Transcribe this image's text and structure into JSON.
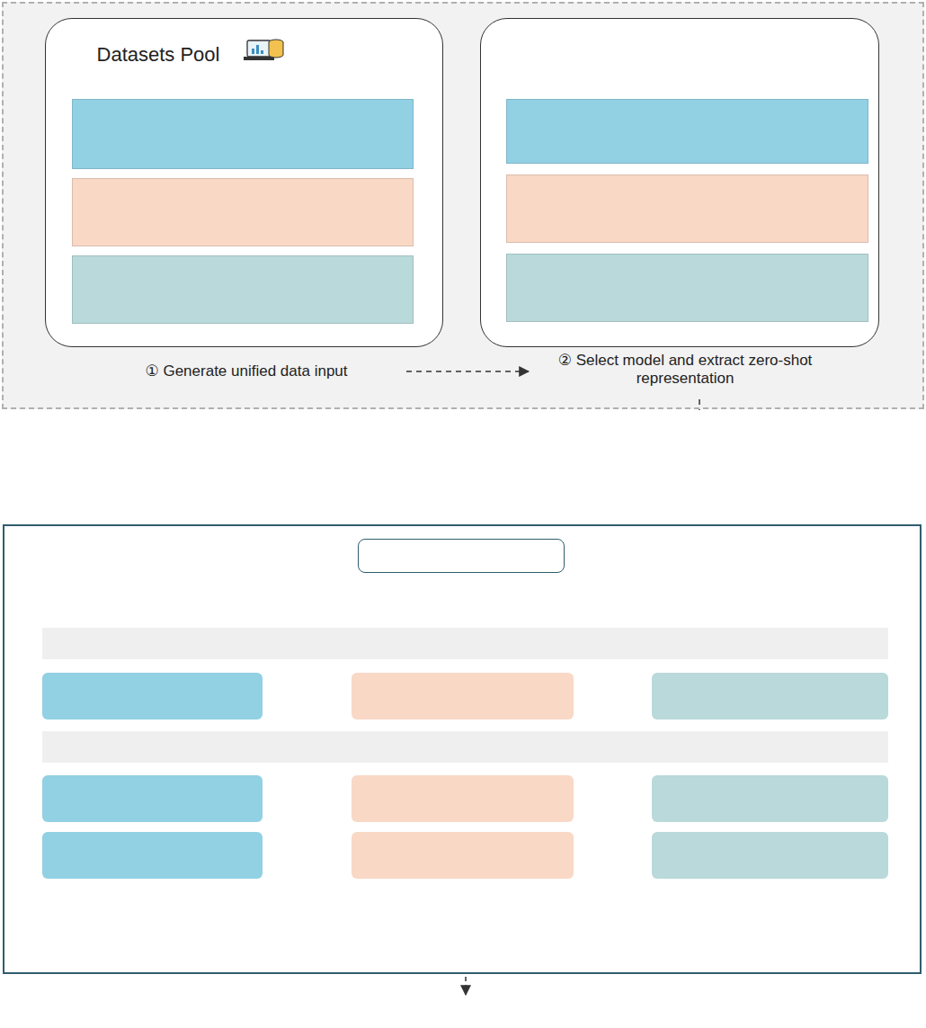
{
  "diagram": {
    "nodes": [
      {
        "text": [
          "① Generate unified data input",
          "② Select model and extract zero-shot representation"
        ]
      },
      {
        "text": [
          "Datasets Pool"
        ],
        "in": 0
      },
      {
        "text": [
          "Geometry Sensitivity",
          "Relaxed Scan Dataset",
          "#10,097,643 Conformers"
        ],
        "in": 1
      },
      {
        "text": [
          "Chirality Sensitivity",
          "Enantiomers Dataset",
          "#52,391 Conformers"
        ],
        "in": 1
      },
      {
        "text": [
          "Energy Landscape",
          "AIMD Dataset",
          "#100,000 Conformers"
        ],
        "in": 1
      },
      {
        "text": [
          "Models Pool"
        ],
        "in": 0
      },
      {
        "text": [
          "Descriptors",
          "→ Morgan, E3FP..."
        ],
        "in": 5
      },
      {
        "text": [
          "3D Models",
          "→ GemNet, MolAE..."
        ],
        "in": 5
      },
      {
        "text": [
          "Multi-modal Models",
          "→ MolSpectra..."
        ],
        "in": 5
      },
      {
        "text": [
          "Geometry",
          "Chirality",
          "Energy"
        ]
      },
      {
        "text": [
          "G-C-E Framework"
        ],
        "in": 9
      },
      {
        "text": [
          "Reference Alignment"
        ],
        "in": 9
      },
      {
        "text": [
          "Distance Correlation"
        ],
        "in": 9
      },
      {
        "text": [
          "Stereochemical Correlation"
        ],
        "in": 9
      },
      {
        "text": [
          "Landscape Correlation"
        ],
        "in": 9
      },
      {
        "text": [
          "Manifold Consistency"
        ],
        "in": 9
      },
      {
        "text": [
          "Geometric Error"
        ],
        "in": 9
      },
      {
        "text": [
          "Enantiomer Separation Ratio"
        ],
        "in": 9
      },
      {
        "text": [
          "Energy Jump Sensitivity"
        ],
        "in": 9
      },
      {
        "text": [
          "Torsion Smoothness"
        ],
        "in": 9
      },
      {
        "text": [
          "Clustering Performance"
        ],
        "in": 9
      },
      {
        "text": [
          "Distribution Distance"
        ],
        "in": 9
      }
    ],
    "edges": [
      {
        "from": 0,
        "to": 9,
        "arrow": "to",
        "label": "③ Feed into evaluation pipeline"
      }
    ],
    "labels": [
      "④ Metrics and performance report"
    ]
  }
}
